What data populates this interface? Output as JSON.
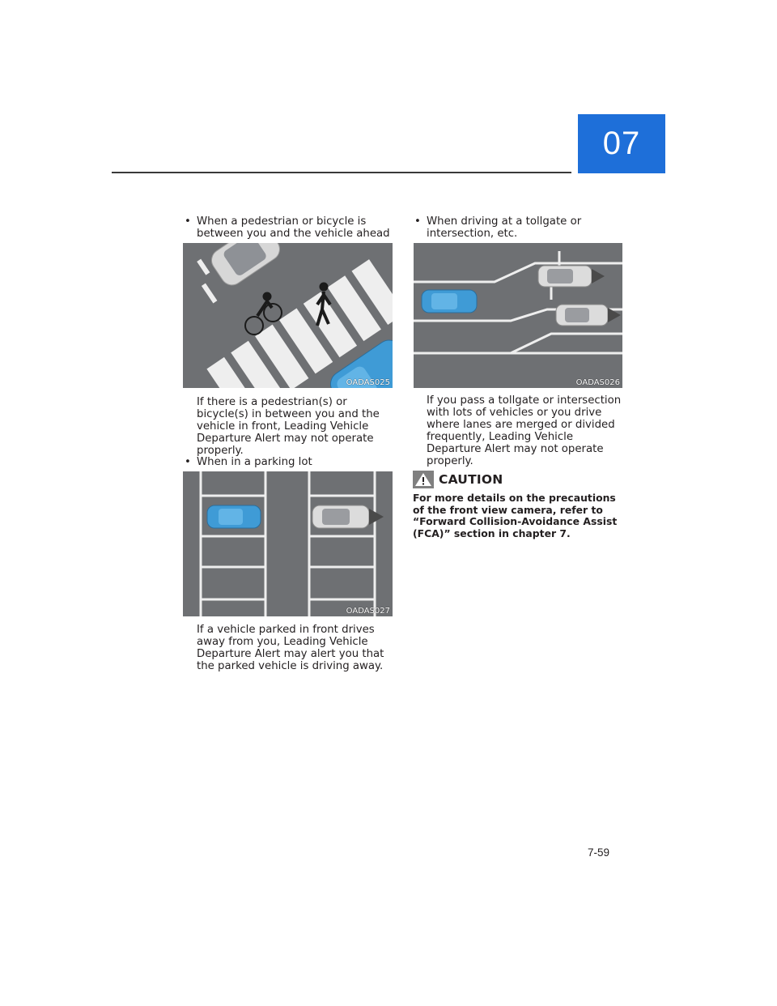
{
  "header": {
    "chapter": "07"
  },
  "left_column": {
    "bullet1": "When a pedestrian or bicycle is between you and the vehicle ahead",
    "figure1_code": "OADAS025",
    "para1": "If there is a pedestrian(s) or bicycle(s) in between you and the vehicle in front, Leading Vehicle Departure Alert may not operate properly.",
    "bullet2": "When in a parking lot",
    "figure2_code": "OADAS027",
    "para2": "If a vehicle parked in front drives away from you, Leading Vehicle Departure Alert may alert you that the parked vehicle is driving away."
  },
  "right_column": {
    "bullet1": "When driving at a tollgate or intersection, etc.",
    "figure1_code": "OADAS026",
    "para1": "If you pass a tollgate or intersection with lots of vehicles or you drive where lanes are merged or divided frequently, Leading Vehicle Departure Alert may not operate properly.",
    "caution_title": "CAUTION",
    "caution_text": "For more details on the precautions of the front view camera, refer to “Forward Collision-Avoidance Assist (FCA)” section in chapter 7."
  },
  "icons": {
    "caution": "warning-triangle-icon"
  },
  "colors": {
    "chapter_tab": "#1e6fd9",
    "ego_vehicle": "#3f9bd6",
    "road": "#707275"
  },
  "footer": {
    "page_number": "7-59"
  }
}
